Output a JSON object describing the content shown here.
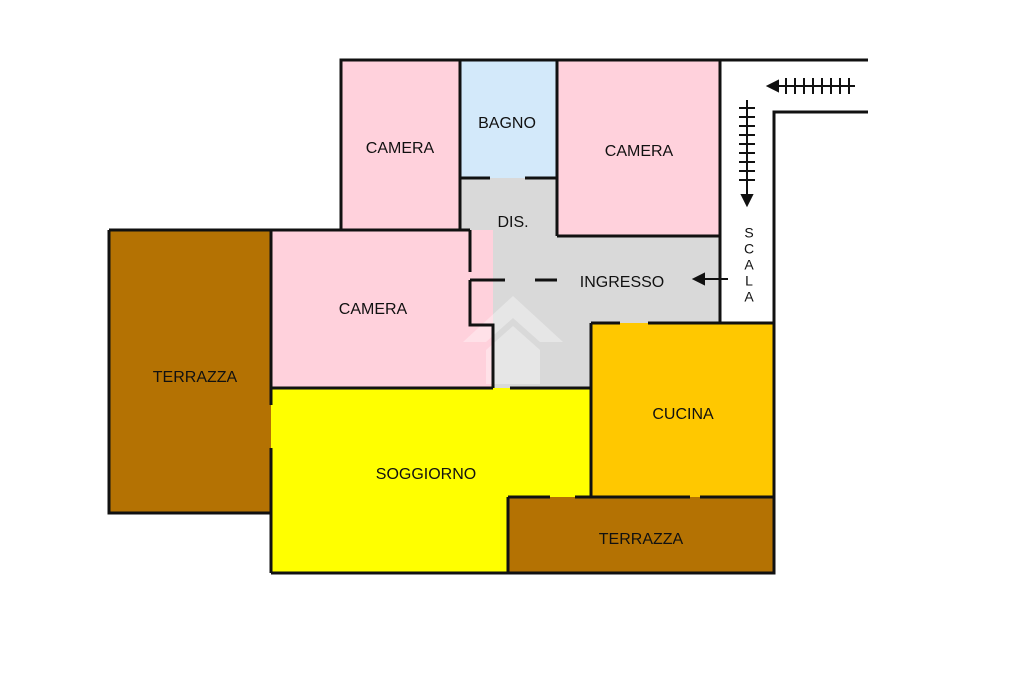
{
  "plan": {
    "rooms": [
      {
        "id": "camera-1",
        "label": "CAMERA",
        "color": "#ffd1dc"
      },
      {
        "id": "bagno",
        "label": "BAGNO",
        "color": "#d3e9fa"
      },
      {
        "id": "camera-2",
        "label": "CAMERA",
        "color": "#ffd1dc"
      },
      {
        "id": "dis",
        "label": "DIS.",
        "color": "#d9d9d9"
      },
      {
        "id": "ingresso",
        "label": "INGRESSO",
        "color": "#d9d9d9"
      },
      {
        "id": "camera-3",
        "label": "CAMERA",
        "color": "#ffd1dc"
      },
      {
        "id": "terrazza-1",
        "label": "TERRAZZA",
        "color": "#b47203"
      },
      {
        "id": "soggiorno",
        "label": "SOGGIORNO",
        "color": "#ffff00"
      },
      {
        "id": "cucina",
        "label": "CUCINA",
        "color": "#ffc800"
      },
      {
        "id": "terrazza-2",
        "label": "TERRAZZA",
        "color": "#b47203"
      }
    ],
    "stair_label": [
      "S",
      "C",
      "A",
      "L",
      "A"
    ],
    "wall_color": "#111111"
  }
}
